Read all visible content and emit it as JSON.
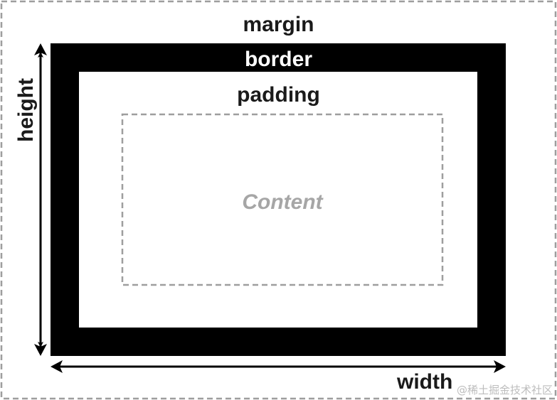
{
  "diagram": {
    "labels": {
      "margin": "margin",
      "border": "border",
      "padding": "padding",
      "content": "Content",
      "width": "width",
      "height": "height"
    },
    "watermark": "@稀土掘金技术社区",
    "colors": {
      "border_fill": "#000000",
      "dashed_lines": "#9e9e9e",
      "content_text": "#a6a6a6",
      "text": "#1a1a1a"
    }
  }
}
